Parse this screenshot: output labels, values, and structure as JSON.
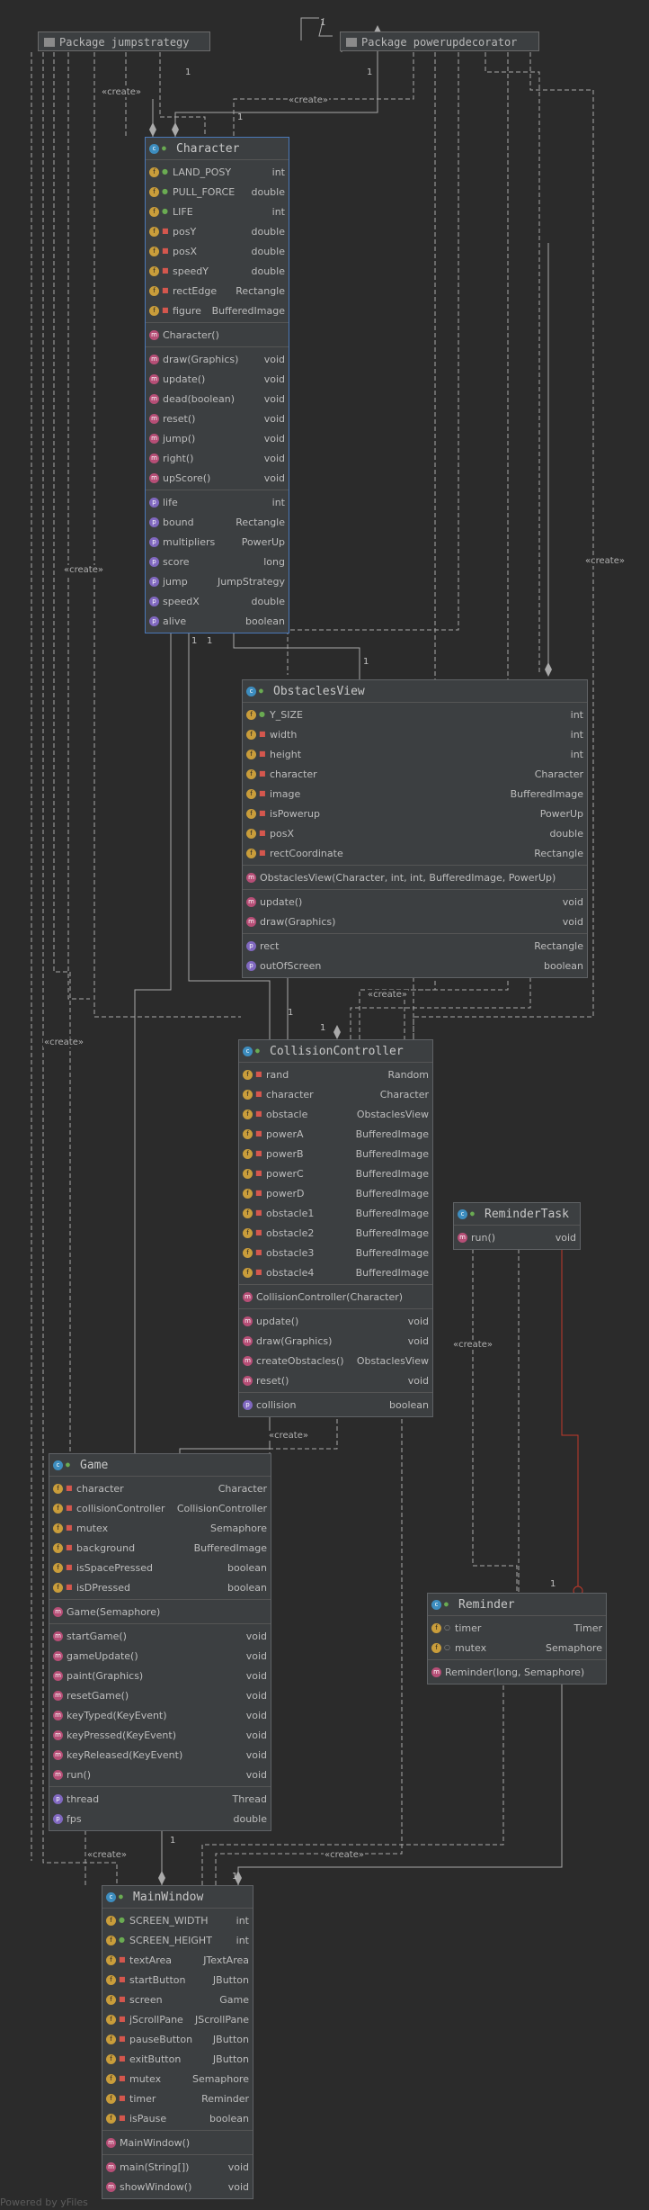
{
  "packages": {
    "jumpstrategy": "Package jumpstrategy",
    "powerupdecorator": "Package powerupdecorator"
  },
  "labels": {
    "create": "«create»",
    "one": "1"
  },
  "classes": {
    "character": {
      "name": "Character",
      "fields": [
        {
          "name": "LAND_POSY",
          "type": "int",
          "vis": "pub"
        },
        {
          "name": "PULL_FORCE",
          "type": "double",
          "vis": "pub"
        },
        {
          "name": "LIFE",
          "type": "int",
          "vis": "pub"
        },
        {
          "name": "posY",
          "type": "double",
          "vis": "prv"
        },
        {
          "name": "posX",
          "type": "double",
          "vis": "prv"
        },
        {
          "name": "speedY",
          "type": "double",
          "vis": "prv"
        },
        {
          "name": "rectEdge",
          "type": "Rectangle",
          "vis": "prv"
        },
        {
          "name": "figure",
          "type": "BufferedImage",
          "vis": "prv"
        }
      ],
      "constructors": [
        {
          "name": "Character()",
          "type": ""
        }
      ],
      "methods": [
        {
          "name": "draw(Graphics)",
          "type": "void"
        },
        {
          "name": "update()",
          "type": "void"
        },
        {
          "name": "dead(boolean)",
          "type": "void"
        },
        {
          "name": "reset()",
          "type": "void"
        },
        {
          "name": "jump()",
          "type": "void"
        },
        {
          "name": "right()",
          "type": "void"
        },
        {
          "name": "upScore()",
          "type": "void"
        }
      ],
      "properties": [
        {
          "name": "life",
          "type": "int"
        },
        {
          "name": "bound",
          "type": "Rectangle"
        },
        {
          "name": "multipliers",
          "type": "PowerUp"
        },
        {
          "name": "score",
          "type": "long"
        },
        {
          "name": "jump",
          "type": "JumpStrategy"
        },
        {
          "name": "speedX",
          "type": "double"
        },
        {
          "name": "alive",
          "type": "boolean"
        }
      ]
    },
    "obstaclesView": {
      "name": "ObstaclesView",
      "fields": [
        {
          "name": "Y_SIZE",
          "type": "int",
          "vis": "pub"
        },
        {
          "name": "width",
          "type": "int",
          "vis": "prv"
        },
        {
          "name": "height",
          "type": "int",
          "vis": "prv"
        },
        {
          "name": "character",
          "type": "Character",
          "vis": "prv"
        },
        {
          "name": "image",
          "type": "BufferedImage",
          "vis": "prv"
        },
        {
          "name": "isPowerup",
          "type": "PowerUp",
          "vis": "prv"
        },
        {
          "name": "posX",
          "type": "double",
          "vis": "prv"
        },
        {
          "name": "rectCoordinate",
          "type": "Rectangle",
          "vis": "prv"
        }
      ],
      "constructors": [
        {
          "name": "ObstaclesView(Character, int, int, BufferedImage, PowerUp)",
          "type": ""
        }
      ],
      "methods": [
        {
          "name": "update()",
          "type": "void"
        },
        {
          "name": "draw(Graphics)",
          "type": "void"
        }
      ],
      "properties": [
        {
          "name": "rect",
          "type": "Rectangle"
        },
        {
          "name": "outOfScreen",
          "type": "boolean"
        }
      ]
    },
    "collisionController": {
      "name": "CollisionController",
      "fields": [
        {
          "name": "rand",
          "type": "Random",
          "vis": "prv"
        },
        {
          "name": "character",
          "type": "Character",
          "vis": "prv"
        },
        {
          "name": "obstacle",
          "type": "ObstaclesView",
          "vis": "prv"
        },
        {
          "name": "powerA",
          "type": "BufferedImage",
          "vis": "prv"
        },
        {
          "name": "powerB",
          "type": "BufferedImage",
          "vis": "prv"
        },
        {
          "name": "powerC",
          "type": "BufferedImage",
          "vis": "prv"
        },
        {
          "name": "powerD",
          "type": "BufferedImage",
          "vis": "prv"
        },
        {
          "name": "obstacle1",
          "type": "BufferedImage",
          "vis": "prv"
        },
        {
          "name": "obstacle2",
          "type": "BufferedImage",
          "vis": "prv"
        },
        {
          "name": "obstacle3",
          "type": "BufferedImage",
          "vis": "prv"
        },
        {
          "name": "obstacle4",
          "type": "BufferedImage",
          "vis": "prv"
        }
      ],
      "constructors": [
        {
          "name": "CollisionController(Character)",
          "type": ""
        }
      ],
      "methods": [
        {
          "name": "update()",
          "type": "void"
        },
        {
          "name": "draw(Graphics)",
          "type": "void"
        },
        {
          "name": "createObstacles()",
          "type": "ObstaclesView"
        },
        {
          "name": "reset()",
          "type": "void"
        }
      ],
      "properties": [
        {
          "name": "collision",
          "type": "boolean"
        }
      ]
    },
    "reminderTask": {
      "name": "ReminderTask",
      "fields": [],
      "constructors": [],
      "methods": [
        {
          "name": "run()",
          "type": "void"
        }
      ],
      "properties": []
    },
    "game": {
      "name": "Game",
      "fields": [
        {
          "name": "character",
          "type": "Character",
          "vis": "prv"
        },
        {
          "name": "collisionController",
          "type": "CollisionController",
          "vis": "prv"
        },
        {
          "name": "mutex",
          "type": "Semaphore",
          "vis": "prv"
        },
        {
          "name": "background",
          "type": "BufferedImage",
          "vis": "prv"
        },
        {
          "name": "isSpacePressed",
          "type": "boolean",
          "vis": "prv"
        },
        {
          "name": "isDPressed",
          "type": "boolean",
          "vis": "prv"
        }
      ],
      "constructors": [
        {
          "name": "Game(Semaphore)",
          "type": ""
        }
      ],
      "methods": [
        {
          "name": "startGame()",
          "type": "void"
        },
        {
          "name": "gameUpdate()",
          "type": "void"
        },
        {
          "name": "paint(Graphics)",
          "type": "void"
        },
        {
          "name": "resetGame()",
          "type": "void"
        },
        {
          "name": "keyTyped(KeyEvent)",
          "type": "void"
        },
        {
          "name": "keyPressed(KeyEvent)",
          "type": "void"
        },
        {
          "name": "keyReleased(KeyEvent)",
          "type": "void"
        },
        {
          "name": "run()",
          "type": "void"
        }
      ],
      "properties": [
        {
          "name": "thread",
          "type": "Thread"
        },
        {
          "name": "fps",
          "type": "double"
        }
      ]
    },
    "reminder": {
      "name": "Reminder",
      "fields": [
        {
          "name": "timer",
          "type": "Timer",
          "vis": "pkgv"
        },
        {
          "name": "mutex",
          "type": "Semaphore",
          "vis": "pkgv"
        }
      ],
      "constructors": [
        {
          "name": "Reminder(long, Semaphore)",
          "type": ""
        }
      ],
      "methods": [],
      "properties": []
    },
    "mainWindow": {
      "name": "MainWindow",
      "fields": [
        {
          "name": "SCREEN_WIDTH",
          "type": "int",
          "vis": "pub"
        },
        {
          "name": "SCREEN_HEIGHT",
          "type": "int",
          "vis": "pub"
        },
        {
          "name": "textArea",
          "type": "JTextArea",
          "vis": "prv"
        },
        {
          "name": "startButton",
          "type": "JButton",
          "vis": "prv"
        },
        {
          "name": "screen",
          "type": "Game",
          "vis": "prv"
        },
        {
          "name": "jScrollPane",
          "type": "JScrollPane",
          "vis": "prv"
        },
        {
          "name": "pauseButton",
          "type": "JButton",
          "vis": "prv"
        },
        {
          "name": "exitButton",
          "type": "JButton",
          "vis": "prv"
        },
        {
          "name": "mutex",
          "type": "Semaphore",
          "vis": "prv"
        },
        {
          "name": "timer",
          "type": "Reminder",
          "vis": "prv"
        },
        {
          "name": "isPause",
          "type": "boolean",
          "vis": "prv"
        }
      ],
      "constructors": [
        {
          "name": "MainWindow()",
          "type": ""
        }
      ],
      "methods": [
        {
          "name": "main(String[])",
          "type": "void"
        },
        {
          "name": "showWindow()",
          "type": "void"
        }
      ],
      "properties": []
    }
  },
  "footer": "Powered by yFiles",
  "colors": {
    "background": "#2b2b2b",
    "node": "#3c3f41",
    "edge": "#a9a9a9",
    "selected_border": "#4a78b8",
    "inner_class_edge": "#c0392b",
    "field_icon": "#c99d3b",
    "method_icon": "#b64e76",
    "property_icon": "#8068c0",
    "class_icon": "#3d8dbf"
  }
}
